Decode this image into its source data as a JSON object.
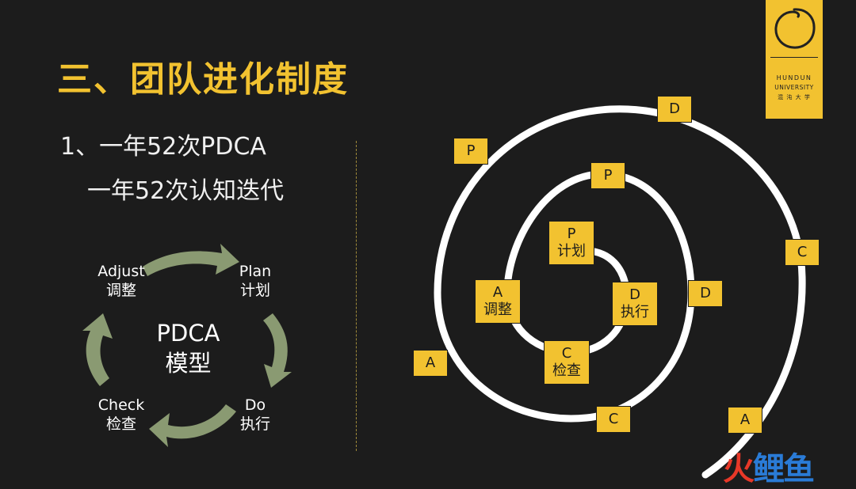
{
  "title": "三、团队进化制度",
  "subtitle_line1": "1、一年52次PDCA",
  "subtitle_line2": "一年52次认知迭代",
  "logo": {
    "line1": "HUNDUN",
    "line2": "UNIVERSITY",
    "line3": "混 沌 大 学"
  },
  "pdca_model": {
    "center_line1": "PDCA",
    "center_line2": "模型",
    "adjust": {
      "en": "Adjust",
      "zh": "调整"
    },
    "plan": {
      "en": "Plan",
      "zh": "计划"
    },
    "do": {
      "en": "Do",
      "zh": "执行"
    },
    "check": {
      "en": "Check",
      "zh": "检查"
    }
  },
  "spiral": {
    "inner": {
      "p": "P",
      "p_zh": "计划",
      "d": "D",
      "d_zh": "执行",
      "c": "C",
      "c_zh": "检查",
      "a": "A",
      "a_zh": "调整"
    },
    "middle": {
      "p": "P",
      "d": "D",
      "c": "C",
      "a": "A"
    },
    "outer": {
      "p": "P",
      "d": "D",
      "c": "C",
      "a": "A"
    }
  },
  "watermark": {
    "char1": "火",
    "char2": "鲤",
    "char3": "鱼"
  },
  "colors": {
    "background": "#1c1c1c",
    "accent": "#f2c230",
    "arrow": "#8a9a72",
    "spiral": "#ffffff"
  }
}
